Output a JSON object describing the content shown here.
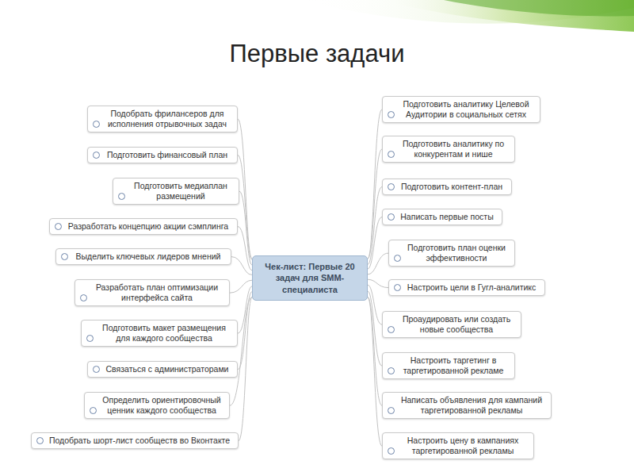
{
  "diagram": {
    "title": "Первые задачи",
    "nodes": [
      {
        "text": [
          "Чек-лист: Первые 20 задач для SMM-специалиста"
        ]
      },
      {
        "text": [
          "Подобрать фрилансеров для исполнения отрывочных задач"
        ]
      },
      {
        "text": [
          "Подготовить финансовый план"
        ]
      },
      {
        "text": [
          "Подготовить медиаплан размещений"
        ]
      },
      {
        "text": [
          "Разработать концепцию акции сэмплинга"
        ]
      },
      {
        "text": [
          "Выделить ключевых лидеров мнений"
        ]
      },
      {
        "text": [
          "Разработать план оптимизации интерфейса сайта"
        ]
      },
      {
        "text": [
          "Подготовить макет размещения для каждого сообщества"
        ]
      },
      {
        "text": [
          "Связаться с администраторами"
        ]
      },
      {
        "text": [
          "Определить ориентировочный ценник каждого сообщества"
        ]
      },
      {
        "text": [
          "Подобрать шорт-лист сообществ во Вконтакте"
        ]
      },
      {
        "text": [
          "Подготовить аналитику Целевой Аудитории в социальных сетях"
        ]
      },
      {
        "text": [
          "Подготовить аналитику по конкурентам и нише"
        ]
      },
      {
        "text": [
          "Подготовить контент-план"
        ]
      },
      {
        "text": [
          "Написать первые посты"
        ]
      },
      {
        "text": [
          "Подготовить план оценки эффективности"
        ]
      },
      {
        "text": [
          "Настроить цели в Гугл-аналитикс"
        ]
      },
      {
        "text": [
          "Проаудировать или создать новые сообщества"
        ]
      },
      {
        "text": [
          "Настроить таргетинг в таргетированной рекламе"
        ]
      },
      {
        "text": [
          "Написать объявления для кампаний таргетированной рекламы"
        ]
      },
      {
        "text": [
          "Настроить цену в кампаниях таргетированной рекламы"
        ]
      }
    ],
    "edges": [
      {
        "from": 0,
        "to": 1,
        "arrow": "none"
      },
      {
        "from": 0,
        "to": 2,
        "arrow": "none"
      },
      {
        "from": 0,
        "to": 3,
        "arrow": "none"
      },
      {
        "from": 0,
        "to": 4,
        "arrow": "none"
      },
      {
        "from": 0,
        "to": 5,
        "arrow": "none"
      },
      {
        "from": 0,
        "to": 6,
        "arrow": "none"
      },
      {
        "from": 0,
        "to": 7,
        "arrow": "none"
      },
      {
        "from": 0,
        "to": 8,
        "arrow": "none"
      },
      {
        "from": 0,
        "to": 9,
        "arrow": "none"
      },
      {
        "from": 0,
        "to": 10,
        "arrow": "none"
      },
      {
        "from": 0,
        "to": 11,
        "arrow": "none"
      },
      {
        "from": 0,
        "to": 12,
        "arrow": "none"
      },
      {
        "from": 0,
        "to": 13,
        "arrow": "none"
      },
      {
        "from": 0,
        "to": 14,
        "arrow": "none"
      },
      {
        "from": 0,
        "to": 15,
        "arrow": "none"
      },
      {
        "from": 0,
        "to": 16,
        "arrow": "none"
      },
      {
        "from": 0,
        "to": 17,
        "arrow": "none"
      },
      {
        "from": 0,
        "to": 18,
        "arrow": "none"
      },
      {
        "from": 0,
        "to": 19,
        "arrow": "none"
      },
      {
        "from": 0,
        "to": 20,
        "arrow": "none"
      }
    ]
  }
}
